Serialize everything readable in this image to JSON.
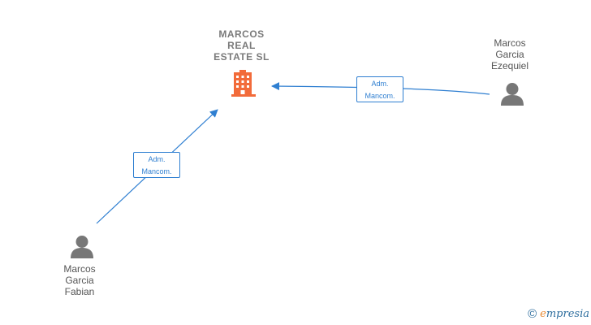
{
  "company": {
    "name_lines": [
      "MARCOS",
      "REAL",
      "ESTATE  SL"
    ],
    "icon": "building-icon",
    "color": "#f26b3a"
  },
  "people": [
    {
      "id": "ezequiel",
      "name_lines": [
        "Marcos",
        "Garcia",
        "Ezequiel"
      ],
      "icon": "person-icon"
    },
    {
      "id": "fabian",
      "name_lines": [
        "Marcos",
        "Garcia",
        "Fabian"
      ],
      "icon": "person-icon"
    }
  ],
  "edges": [
    {
      "from": "ezequiel",
      "to": "company",
      "label_lines": [
        "Adm.",
        "Mancom."
      ]
    },
    {
      "from": "fabian",
      "to": "company",
      "label_lines": [
        "Adm.",
        "Mancom."
      ]
    }
  ],
  "colors": {
    "edge": "#2f7fd1",
    "person": "#777777",
    "text": "#555555"
  },
  "brand": {
    "copyright_symbol": "©",
    "first_letter": "e",
    "rest": "mpresia"
  }
}
